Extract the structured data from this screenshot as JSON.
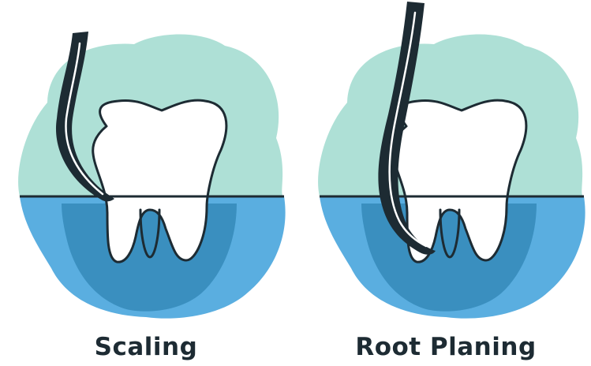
{
  "panels": [
    {
      "id": "scaling",
      "label": "Scaling"
    },
    {
      "id": "root-planing",
      "label": "Root Planing"
    }
  ],
  "colors": {
    "blob": "#aee0d6",
    "gum_light": "#5aaee0",
    "gum_dark": "#3a8fbf",
    "outline": "#1d2b33",
    "tooth": "#ffffff"
  },
  "icons": {
    "left_tool": "dental-scaler-icon",
    "right_tool": "dental-curette-icon",
    "tooth": "molar-tooth-icon"
  }
}
